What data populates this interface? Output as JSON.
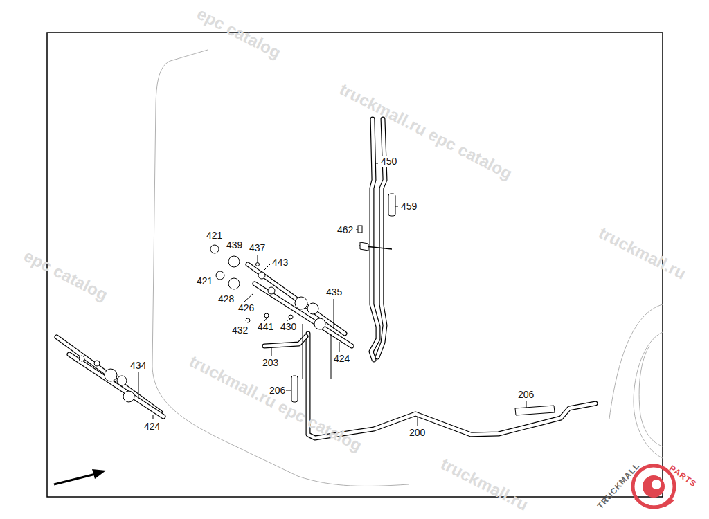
{
  "diagram": {
    "labels": [
      "450",
      "459",
      "462",
      "421",
      "439",
      "437",
      "443",
      "421",
      "435",
      "428",
      "426",
      "441",
      "432",
      "430",
      "424",
      "203",
      "434",
      "206",
      "206",
      "200",
      "424",
      "epc catalog",
      "truckmall.ru epc catalog",
      "truckmall.ru",
      "epc catalog",
      "truckmall.ru epc catalog",
      "truckmall.ru",
      "TRUCKMALL",
      "PARTS"
    ]
  }
}
